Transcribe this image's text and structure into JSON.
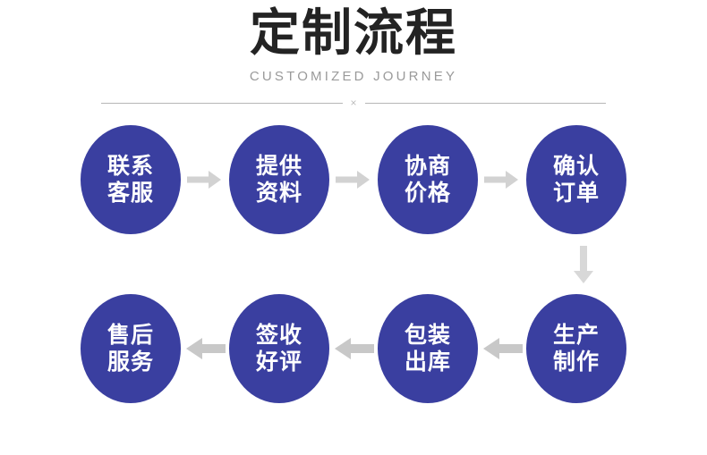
{
  "header": {
    "title": "定制流程",
    "subtitle": "CUSTOMIZED JOURNEY",
    "divider_mark": "×"
  },
  "colors": {
    "node_fill": "#3a3fa0",
    "node_text": "#ffffff",
    "title_text": "#232323",
    "subtitle_text": "#9a9a9a",
    "divider_line": "#b6b6b6",
    "arrow_row1": "#d2d2d2",
    "arrow_row2": "#c8c8c8",
    "background": "#ffffff"
  },
  "flow": {
    "row1": {
      "direction": "right",
      "arrow_icon": "arrow-right-icon",
      "steps": [
        {
          "index": "1",
          "line1": "联系",
          "line2": "客服"
        },
        {
          "index": "2",
          "line1": "提供",
          "line2": "资料"
        },
        {
          "index": "3",
          "line1": "协商",
          "line2": "价格"
        },
        {
          "index": "4",
          "line1": "确认",
          "line2": "订单"
        }
      ]
    },
    "connector": {
      "direction": "down",
      "arrow_icon": "arrow-down-icon"
    },
    "row2": {
      "direction": "left",
      "arrow_icon": "arrow-left-icon",
      "steps": [
        {
          "index": "8",
          "line1": "售后",
          "line2": "服务"
        },
        {
          "index": "7",
          "line1": "签收",
          "line2": "好评"
        },
        {
          "index": "6",
          "line1": "包装",
          "line2": "出库"
        },
        {
          "index": "5",
          "line1": "生产",
          "line2": "制作"
        }
      ]
    }
  }
}
